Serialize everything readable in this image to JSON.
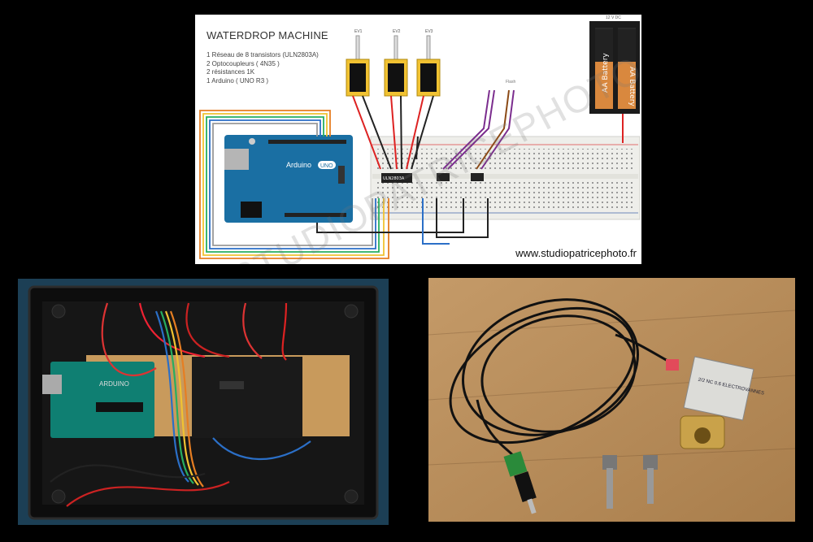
{
  "schematic": {
    "title": "WATERDROP MACHINE",
    "parts": [
      "1 Réseau de 8 transistors  (ULN2803A)",
      "2 Optocoupleurs ( 4N35 )",
      "2 résistances 1K",
      "1 Arduino ( UNO R3 )"
    ],
    "valve_labels": [
      "EV1",
      "EV2",
      "EV3"
    ],
    "power_label": "12 V DC",
    "battery_label": "AA Battery",
    "chip_label": "ULN2803A",
    "arduino_label": "Arduino",
    "uno_label": "UNO",
    "flash_label": "Flash",
    "watermark": "STUDIOPATRICEPHOTO.FR",
    "url": "www.studiopatricephoto.fr"
  },
  "enclosure_photo": {
    "board_label": "ARDUINO"
  },
  "valve_photo": {
    "valve_label": "2/2 NC 0.6 ELECTROVANNES"
  },
  "colors": {
    "arduino_blue": "#1a6fa3",
    "breadboard": "#eeeeea",
    "wood": "#b98f5e",
    "brass": "#c9a24a"
  }
}
